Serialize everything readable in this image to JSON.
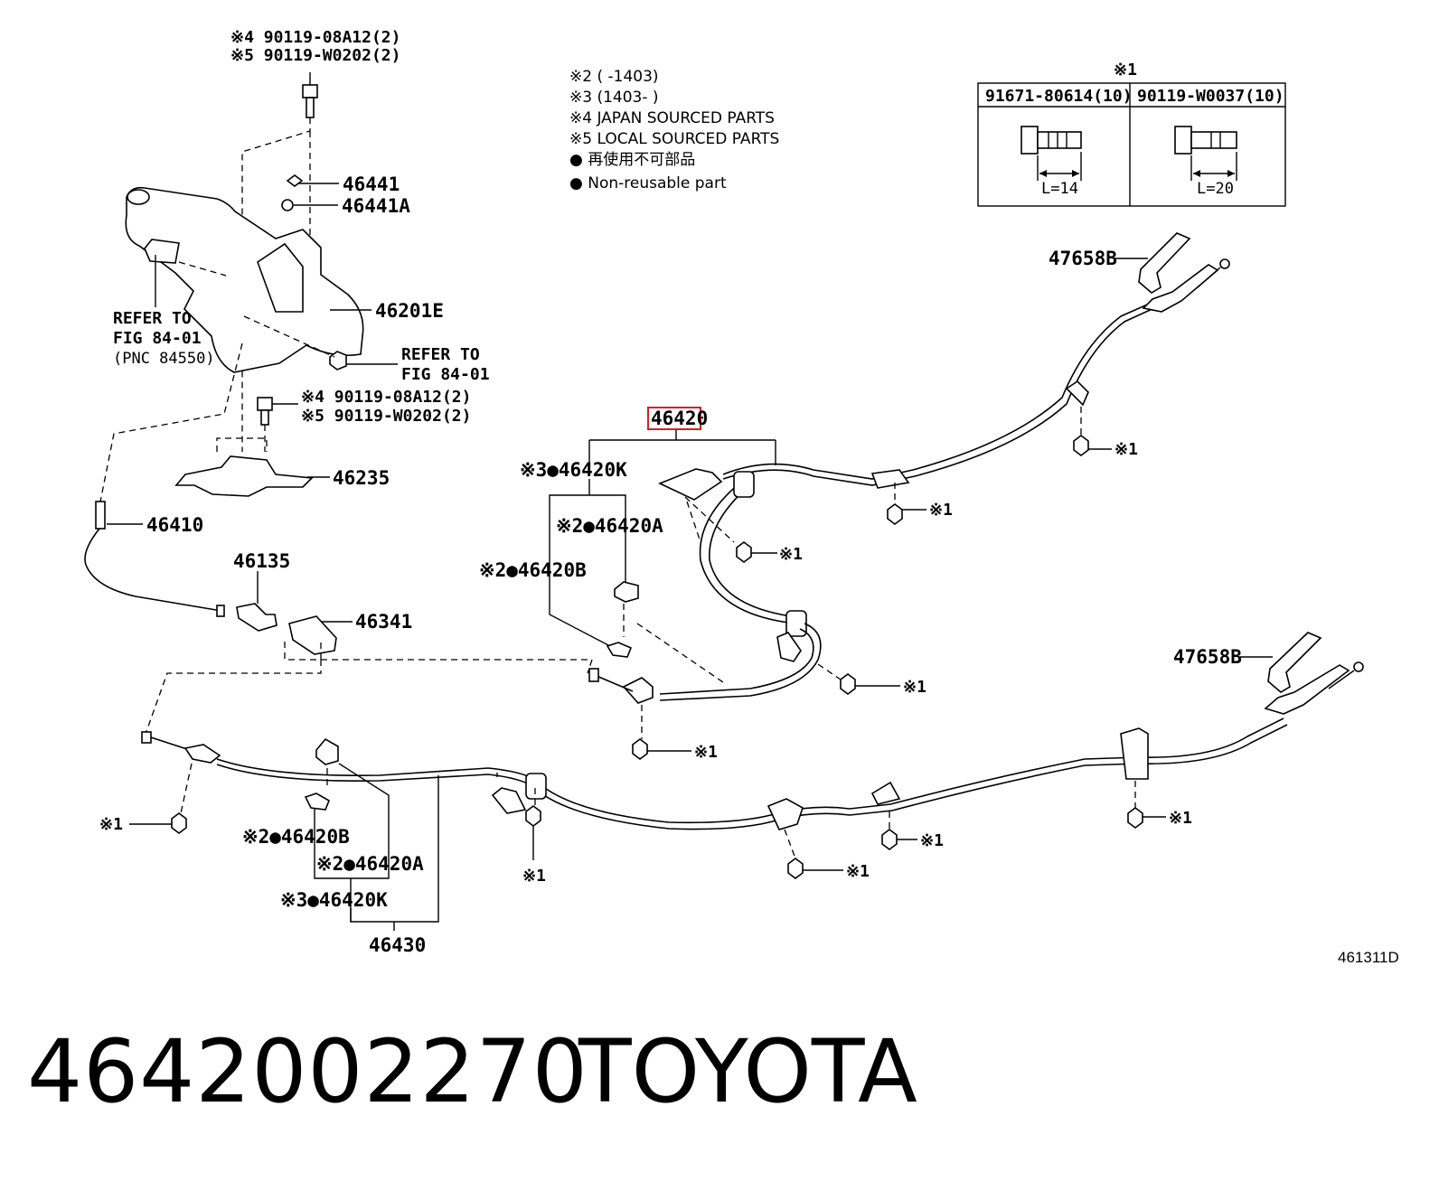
{
  "labels": {
    "top_bolt_a": "※4 90119-08A12(2)",
    "top_bolt_b": "※5 90119-W0202(2)",
    "p46441": "46441",
    "p46441A": "46441A",
    "p46201E": "46201E",
    "refer1_l1": "REFER TO",
    "refer1_l2": "FIG 84-01",
    "refer1_l3": "(PNC 84550)",
    "refer2_l1": "REFER TO",
    "refer2_l2": "FIG 84-01",
    "mid_bolt_a": "※4 90119-08A12(2)",
    "mid_bolt_b": "※5 90119-W0202(2)",
    "p46235": "46235",
    "p46410": "46410",
    "p46135": "46135",
    "p46341": "46341",
    "p46420": "46420",
    "p46420K_top": "※3●46420K",
    "p46420A_top": "※2●46420A",
    "p46420B_top": "※2●46420B",
    "p46420B_bot": "※2●46420B",
    "p46420A_bot": "※2●46420A",
    "p46420K_bot": "※3●46420K",
    "p46430": "46430",
    "p47658B_top": "47658B",
    "p47658B_bot": "47658B",
    "note1": "※1"
  },
  "legend": {
    "l1": "※2 (      -1403)",
    "l2": "※3 (1403-      )",
    "l3": "※4 JAPAN SOURCED PARTS",
    "l4": "※5 LOCAL SOURCED PARTS",
    "l5": "● 再使用不可部品",
    "l6": "● Non-reusable part"
  },
  "bolt_table": {
    "header": "※1",
    "col1_part": "91671-80614(10)",
    "col2_part": "90119-W0037(10)",
    "col1_len": "L=14",
    "col2_len": "L=20"
  },
  "figure_id": "461311D",
  "footer": {
    "part_number": "4642002270",
    "brand": "TOYOTA"
  },
  "colors": {
    "highlight": "#d62020",
    "line": "#000000"
  }
}
